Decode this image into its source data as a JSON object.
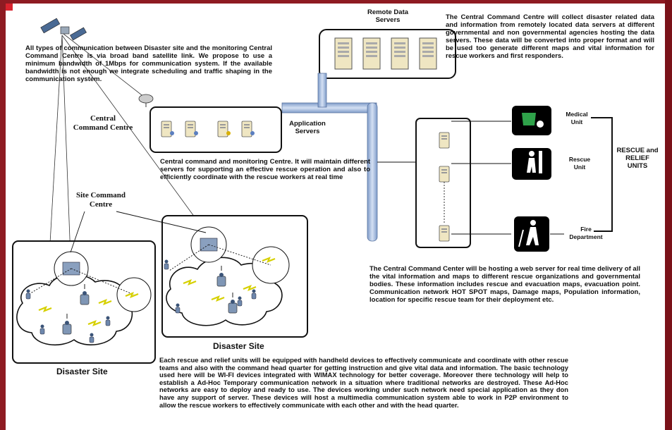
{
  "diagram": {
    "remote_servers_label": "Remote Data\nServers",
    "satellite_text": "All types of communication between Disaster site and the monitoring Central Command Centre is via broad band satellite link. We propose to use a minimum bandwidth of 1Mbps for communication system. If the available bandwidth is not enough we integrate scheduling and traffic shaping in the communication system.",
    "central_command_text": "The Central Command Centre will collect disaster related data and information from remotely located data servers at different governmental and non governmental agencies hosting the data servers. These data will be converted into proper format and will be used too generate different maps and vital information for rescue workers and first responders.",
    "central_command_label": "Central\nCommand Centre",
    "application_servers_label": "Application\nServers",
    "monitoring_text": "Central command and monitoring Centre. It will maintain different servers for supporting an effective rescue operation and also to efficiently coordinate with the rescue workers at real time",
    "medical_unit_label": "Medical\nUnit",
    "rescue_unit_label": "Rescue\nUnit",
    "fire_department_label": "Fire\nDepartment",
    "rescue_relief_label": "RESCUE and\nRELIEF\nUNITS",
    "site_command_label": "Site Command\nCentre",
    "disaster_site_left": "Disaster Site",
    "disaster_site_right": "Disaster Site",
    "web_server_text": "The Central Command Center will be hosting a web server for real time delivery of all the vital information and maps to different rescue organizations and governmental bodies. These information includes rescue and evacuation maps, evacuation point. Communication network HOT SPOT maps, Damage maps, Population information, location for specific rescue team for their deployment etc.",
    "handheld_text": "Each rescue and relief units will be equipped with handheld devices to effectively communicate and coordinate with other rescue teams and also with the command head quarter for getting instruction and give vital data and information. The basic technology used here will be WI-FI devices integrated with WIMAX technology for better coverage. Moreover there technology will help to establish a Ad-Hoc Temporary communication network in a situation where traditional networks are destroyed. These Ad-Hoc networks are easy to deploy and ready to use. The devices working under such network need special application as they don have any support of server. These devices will host a multimedia communication system able to work in P2P environment to allow the rescue workers to effectively communicate with each other and with the head quarter."
  },
  "colors": {
    "frame": "#8e1b22",
    "pipe": "#a9bfe0",
    "server": "#efe6c2"
  }
}
